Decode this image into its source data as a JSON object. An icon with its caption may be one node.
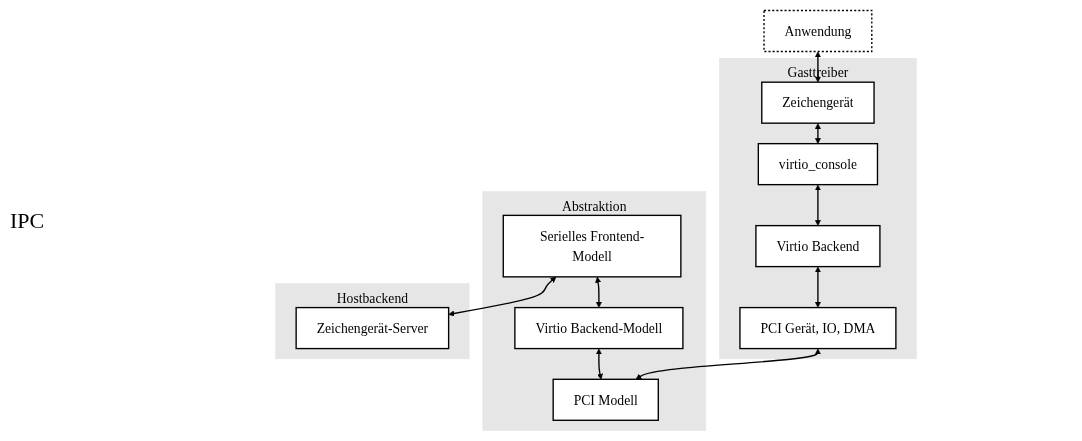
{
  "diagram": {
    "nodes": [
      {
        "text": [
          "Gasttreiber"
        ]
      },
      {
        "text": [
          "Anwendung"
        ]
      },
      {
        "text": [
          "Zeichengerät"
        ],
        "in": 0
      },
      {
        "text": [
          "virtio_console"
        ],
        "in": 0
      },
      {
        "text": [
          "Virtio Backend"
        ],
        "in": 0
      },
      {
        "text": [
          "PCI Gerät, IO, DMA"
        ],
        "in": 0
      },
      {
        "text": [
          "Abstraktion"
        ]
      },
      {
        "text": [
          "Serielles Frontend-Modell"
        ],
        "in": 6
      },
      {
        "text": [
          "Virtio Backend-Modell"
        ],
        "in": 6
      },
      {
        "text": [
          "PCI Modell"
        ],
        "in": 6
      },
      {
        "text": [
          "Hostbackend"
        ]
      },
      {
        "text": [
          "Zeichengerät-Server"
        ],
        "in": 10
      }
    ],
    "edges": [
      {
        "from": 1,
        "to": 2,
        "arrow": "both"
      },
      {
        "from": 2,
        "to": 3,
        "arrow": "both"
      },
      {
        "from": 3,
        "to": 4,
        "arrow": "both"
      },
      {
        "from": 4,
        "to": 5,
        "arrow": "both"
      },
      {
        "from": 5,
        "to": 9,
        "arrow": "both"
      },
      {
        "from": 7,
        "to": 8,
        "arrow": "both"
      },
      {
        "from": 8,
        "to": 9,
        "arrow": "both"
      },
      {
        "from": 7,
        "to": 11,
        "arrow": "both"
      }
    ],
    "labels": [
      "IPC"
    ]
  }
}
